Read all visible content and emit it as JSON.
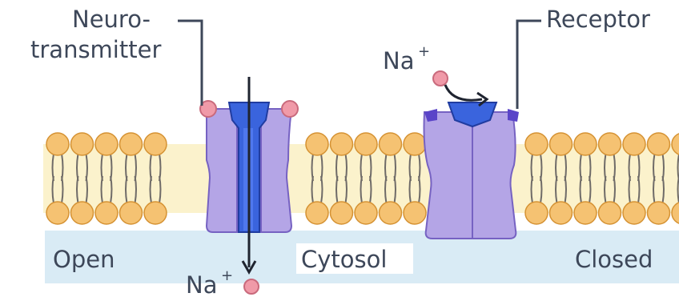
{
  "diagram": {
    "labels": {
      "neurotransmitter_line1": "Neuro-",
      "neurotransmitter_line2": "transmitter",
      "receptor": "Receptor",
      "sodium_top": "Na",
      "sodium_bottom": "Na",
      "sodium_charge": "+",
      "open": "Open",
      "cytosol": "Cytosol",
      "closed": "Closed"
    },
    "channels": [
      {
        "state": "open"
      },
      {
        "state": "closed"
      }
    ],
    "colors": {
      "channel_fill": "#b4a5e6",
      "channel_stroke": "#7662c2",
      "pore_fill": "#3a64dd",
      "pore_edge": "#203ca0",
      "lipid_head": "#f5c272",
      "lipid_head_stroke": "#d59233",
      "lipid_tail": "#6f6b68",
      "membrane_core": "#fbf2cc",
      "cytosol_band": "#d9ebf5",
      "ion": "#f09aa8",
      "ion_stroke": "#c96a7c",
      "text": "#3d4759"
    }
  }
}
